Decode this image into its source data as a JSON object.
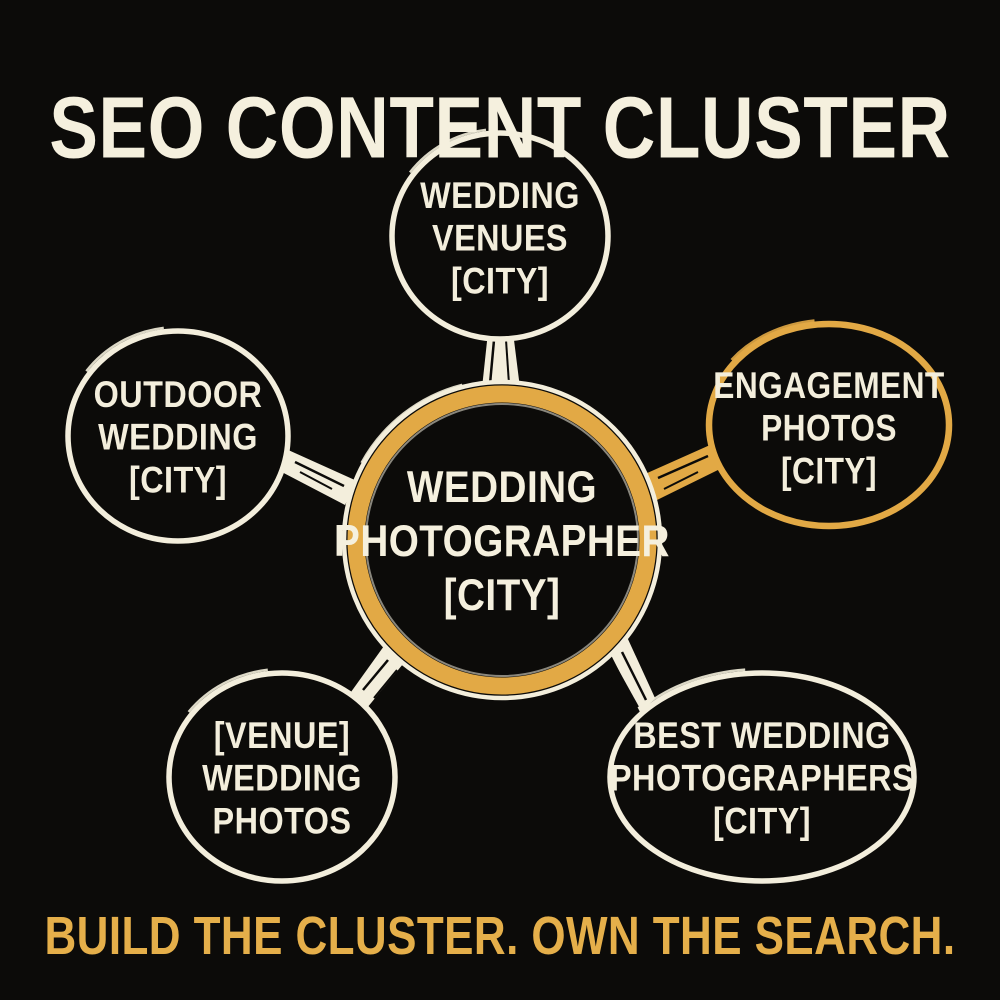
{
  "title": "SEO CONTENT CLUSTER",
  "tagline": "BUILD THE CLUSTER. OWN THE SEARCH.",
  "colors": {
    "background": "#0c0b09",
    "cream": "#f3eedc",
    "gold": "#e2a945",
    "tagline_gold": "#e5af4a"
  },
  "center_node": {
    "id": "wedding-photographer-city",
    "lines": [
      "WEDDING",
      "PHOTOGRAPHER",
      "[CITY]"
    ],
    "outline": "gold"
  },
  "nodes": [
    {
      "id": "wedding-venues-city",
      "position": "top",
      "outline": "cream",
      "lines": [
        "WEDDING",
        "VENUES",
        "[CITY]"
      ]
    },
    {
      "id": "outdoor-wedding-city",
      "position": "left",
      "outline": "cream",
      "lines": [
        "OUTDOOR",
        "WEDDING",
        "[CITY]"
      ]
    },
    {
      "id": "engagement-photos-city",
      "position": "right",
      "outline": "gold",
      "lines": [
        "ENGAGEMENT",
        "PHOTOS",
        "[CITY]"
      ]
    },
    {
      "id": "venue-wedding-photos",
      "position": "bottom-left",
      "outline": "cream",
      "lines": [
        "[VENUE]",
        "WEDDING",
        "PHOTOS"
      ]
    },
    {
      "id": "best-wedding-photographers-city",
      "position": "bottom-right",
      "outline": "cream",
      "lines": [
        "BEST WEDDING",
        "PHOTOGRAPHERS",
        "[CITY]"
      ]
    }
  ]
}
